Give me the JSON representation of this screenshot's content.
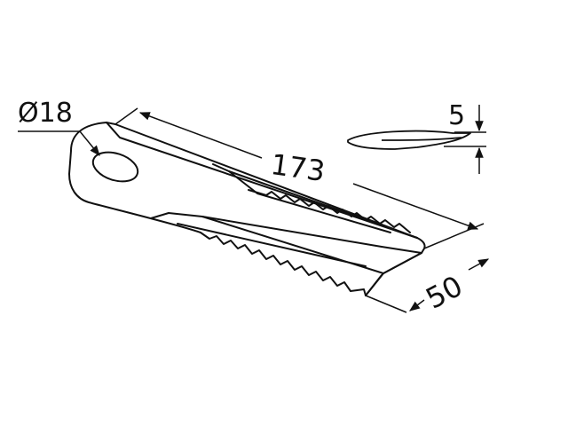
{
  "drawing": {
    "line_color": "#111111",
    "background": "#ffffff",
    "dimensions": {
      "hole_diameter": "Ø18",
      "length": "173",
      "width": "50",
      "thickness": "5"
    }
  }
}
